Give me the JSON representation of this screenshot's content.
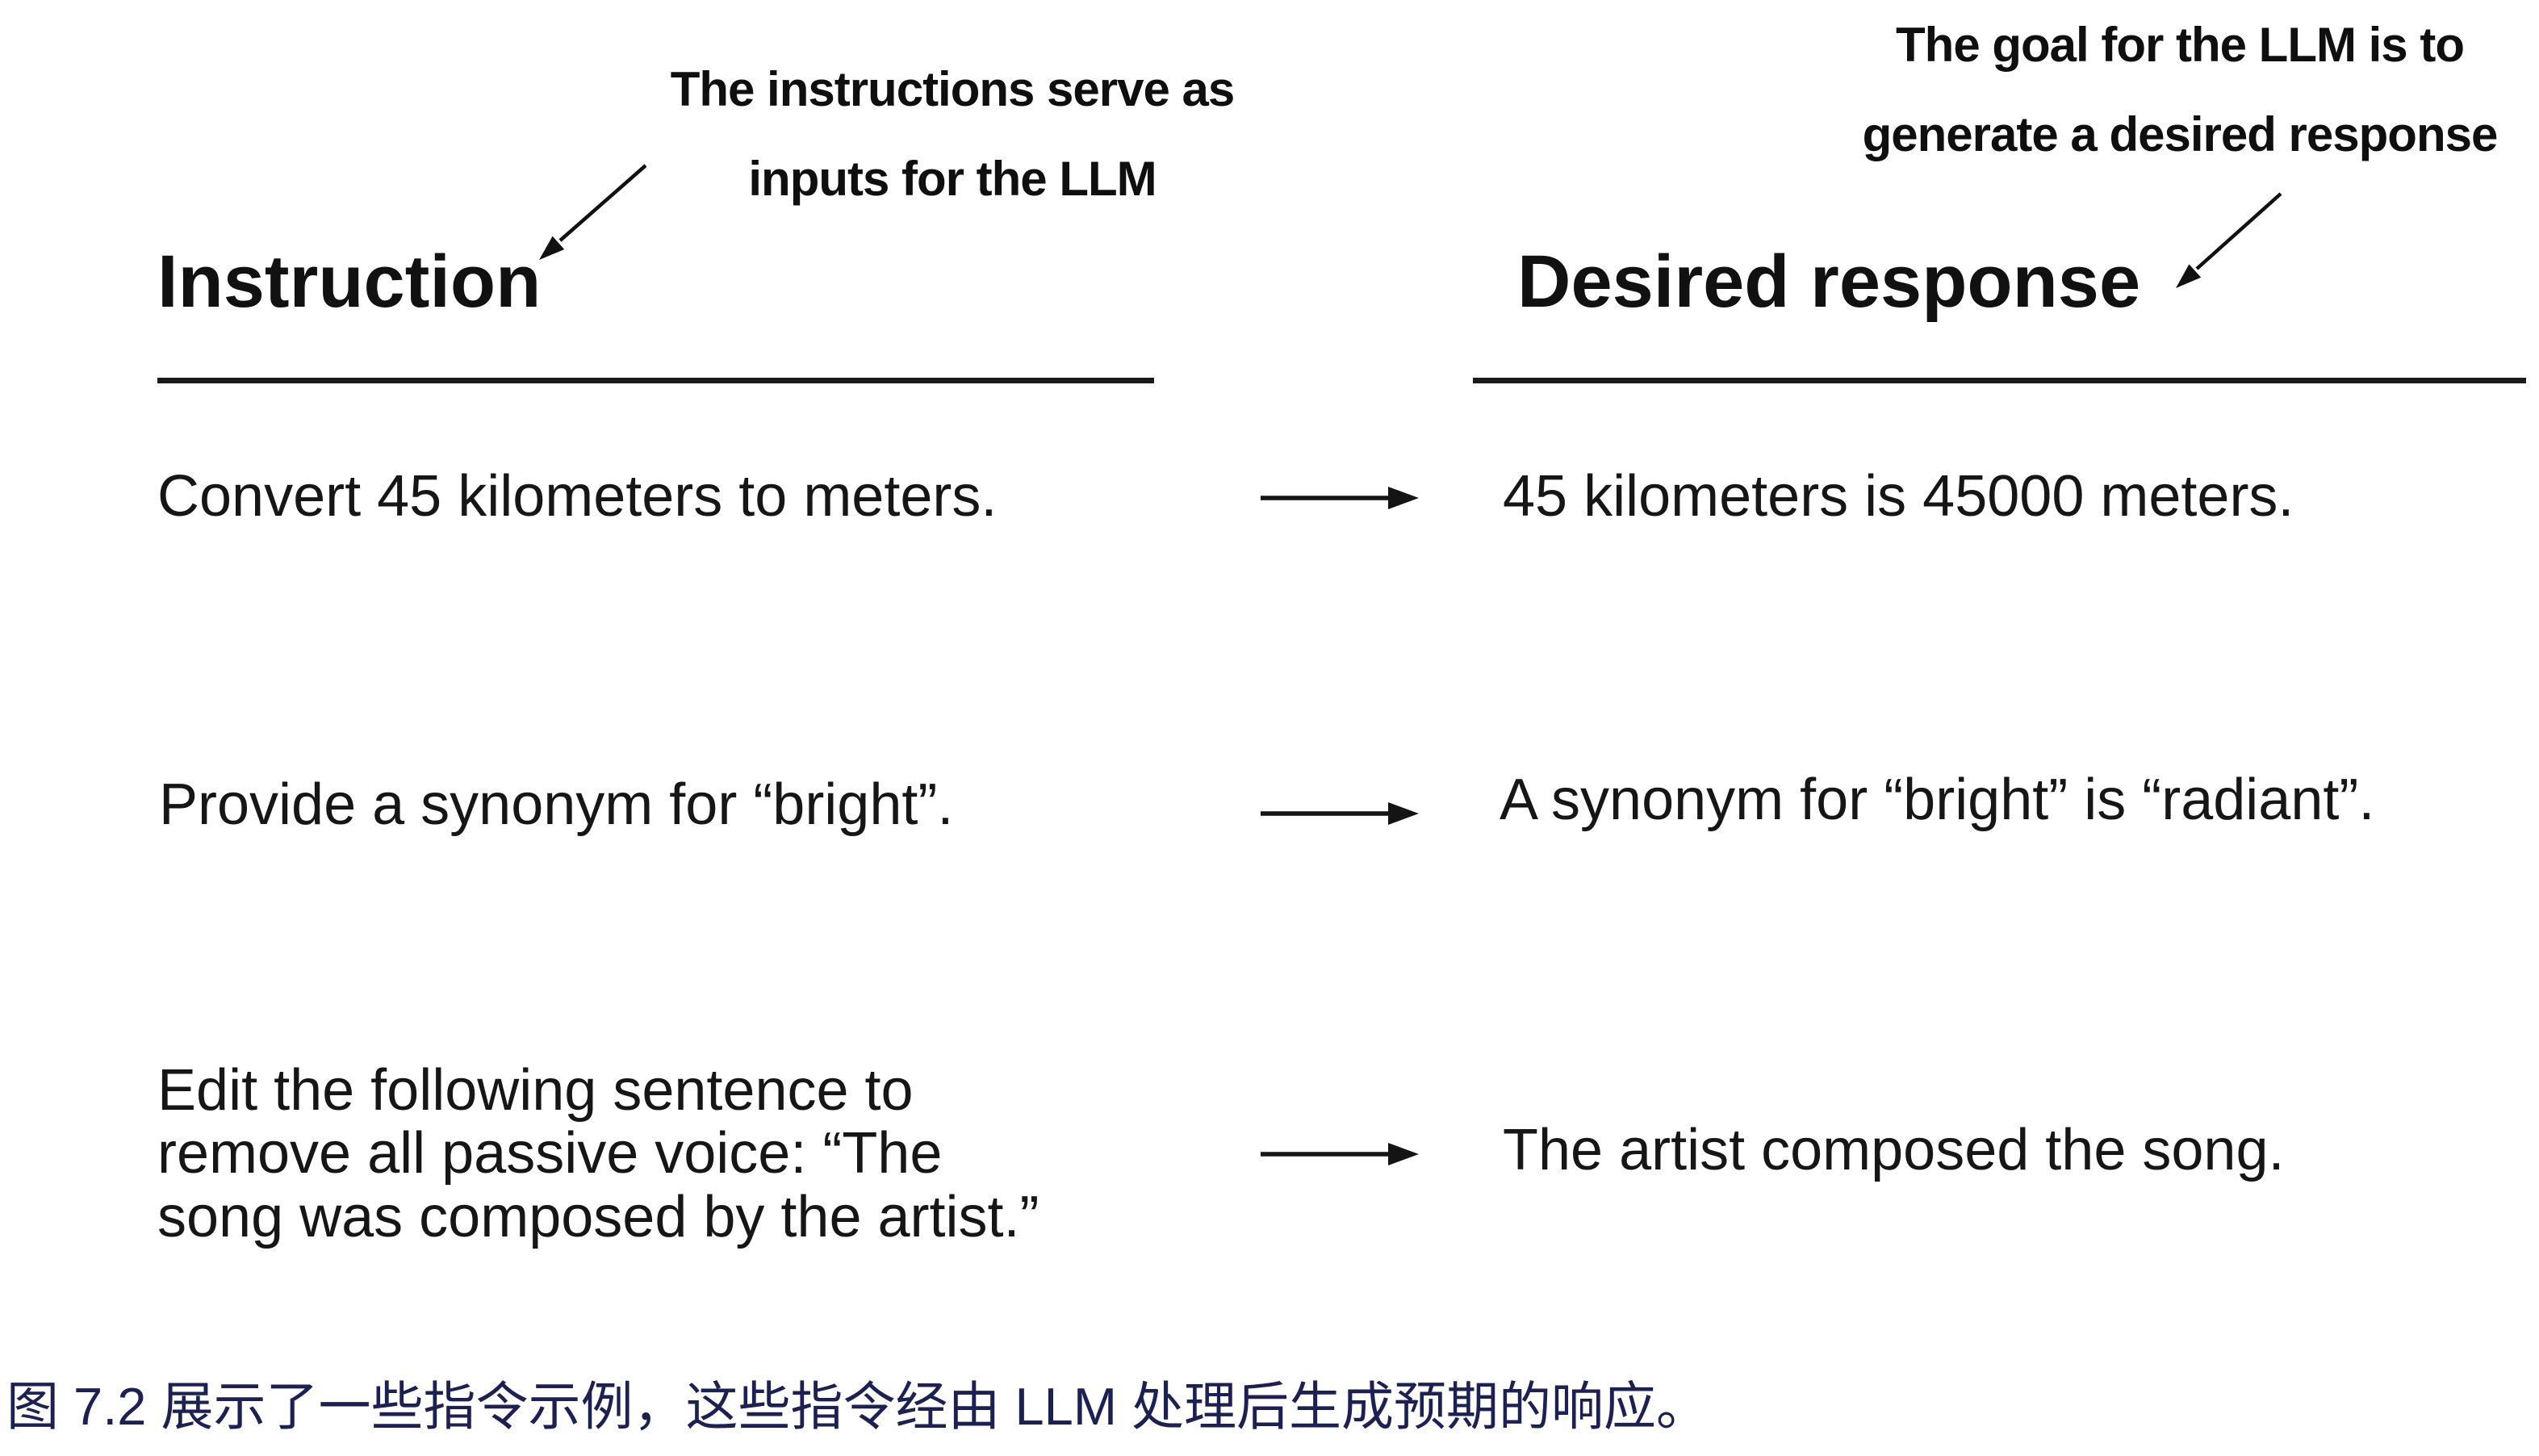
{
  "figure": {
    "annotation_left": {
      "line1": "The instructions serve as",
      "line2": "inputs for the LLM"
    },
    "annotation_right": {
      "line1": "The goal for the LLM is to",
      "line2": "generate a desired response"
    },
    "headers": {
      "instruction": "Instruction",
      "desired_response": "Desired response"
    },
    "rows": [
      {
        "instruction_lines": [
          "Convert 45 kilometers to meters."
        ],
        "response_lines": [
          "45 kilometers is 45000 meters."
        ]
      },
      {
        "instruction_lines": [
          "Provide a synonym for “bright”."
        ],
        "response_lines": [
          "A synonym for “bright” is “radiant”."
        ]
      },
      {
        "instruction_lines": [
          "Edit the following sentence to",
          "remove all passive voice: “The",
          "song was composed by the artist.”"
        ],
        "response_lines": [
          "The artist composed the song."
        ]
      }
    ],
    "caption": "图 7.2 展示了一些指令示例，这些指令经由 LLM 处理后生成预期的响应。",
    "icons": {
      "row_arrow": "arrow-right-icon",
      "annotation_arrow": "arrow-down-left-icon"
    },
    "colors": {
      "text": "#161616",
      "caption_blue": "#1d2053",
      "background": "#ffffff"
    }
  }
}
